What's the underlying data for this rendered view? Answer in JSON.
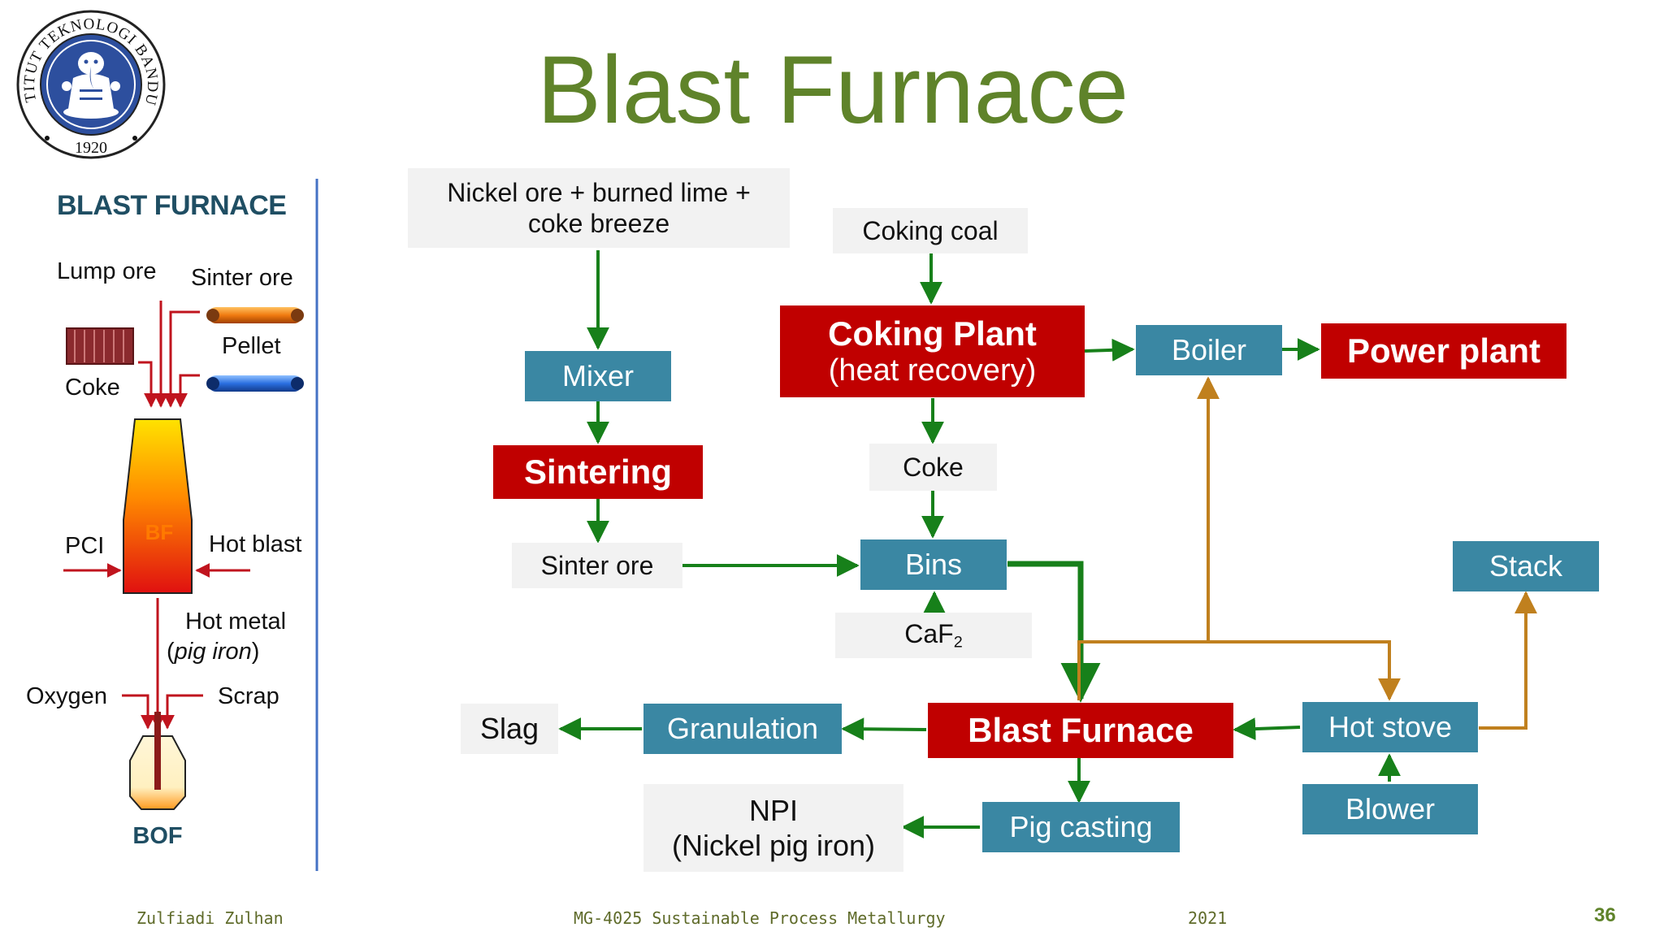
{
  "title": "Blast Furnace",
  "logo": {
    "ring_text": "INSTITUT TEKNOLOGI BANDUNG",
    "year": "1920"
  },
  "side_panel": {
    "heading": "BLAST FURNACE",
    "labels": {
      "lump_ore": "Lump ore",
      "sinter_ore": "Sinter ore",
      "pellet": "Pellet",
      "coke": "Coke",
      "pci": "PCI",
      "bf": "BF",
      "hot_blast": "Hot blast",
      "hot_metal": "Hot metal",
      "pig_iron": "(pig iron)",
      "pig_iron_open": "(",
      "pig_iron_word": "pig iron",
      "pig_iron_close": ")",
      "oxygen": "Oxygen",
      "scrap": "Scrap",
      "bof": "BOF"
    }
  },
  "flow": {
    "nickel_ore_line1": "Nickel ore + burned lime +",
    "nickel_ore_line2": "coke breeze",
    "coking_coal": "Coking coal",
    "coking_plant_line1": "Coking Plant",
    "coking_plant_line2": "(heat recovery)",
    "boiler": "Boiler",
    "power_plant": "Power plant",
    "mixer": "Mixer",
    "sintering": "Sintering",
    "coke": "Coke",
    "sinter_ore": "Sinter ore",
    "bins": "Bins",
    "caf2_main": "CaF",
    "caf2_sub": "2",
    "stack": "Stack",
    "slag": "Slag",
    "granulation": "Granulation",
    "blast_furnace": "Blast Furnace",
    "hot_stove": "Hot stove",
    "blower": "Blower",
    "npi_line1": "NPI",
    "npi_line2": "(Nickel pig iron)",
    "pig_casting": "Pig casting"
  },
  "footer": {
    "author": "Zulfiadi Zulhan",
    "course": "MG-4025 Sustainable Process Metallurgy",
    "year": "2021",
    "page": "36"
  },
  "colors": {
    "title": "#5f832a",
    "teal": "#3a87a3",
    "red": "#c00000",
    "grey_box": "#f2f2f2",
    "green_arrow": "#17801a",
    "brown_arrow": "#c0801e",
    "panel_divider": "#4472c4"
  }
}
